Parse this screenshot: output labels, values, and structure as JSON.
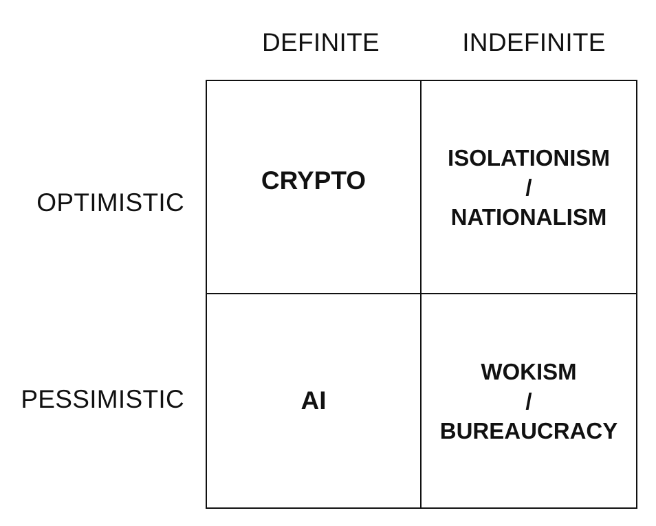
{
  "columns": {
    "definite": "DEFINITE",
    "indefinite": "INDEFINITE"
  },
  "rows": {
    "optimistic": "OPTIMISTIC",
    "pessimistic": "PESSIMISTIC"
  },
  "cells": {
    "optimistic_definite": [
      "CRYPTO"
    ],
    "optimistic_indefinite": [
      "ISOLATIONISM",
      "/",
      "NATIONALISM"
    ],
    "pessimistic_definite": [
      "AI"
    ],
    "pessimistic_indefinite": [
      "WOKISM",
      "/",
      "BUREAUCRACY"
    ]
  }
}
